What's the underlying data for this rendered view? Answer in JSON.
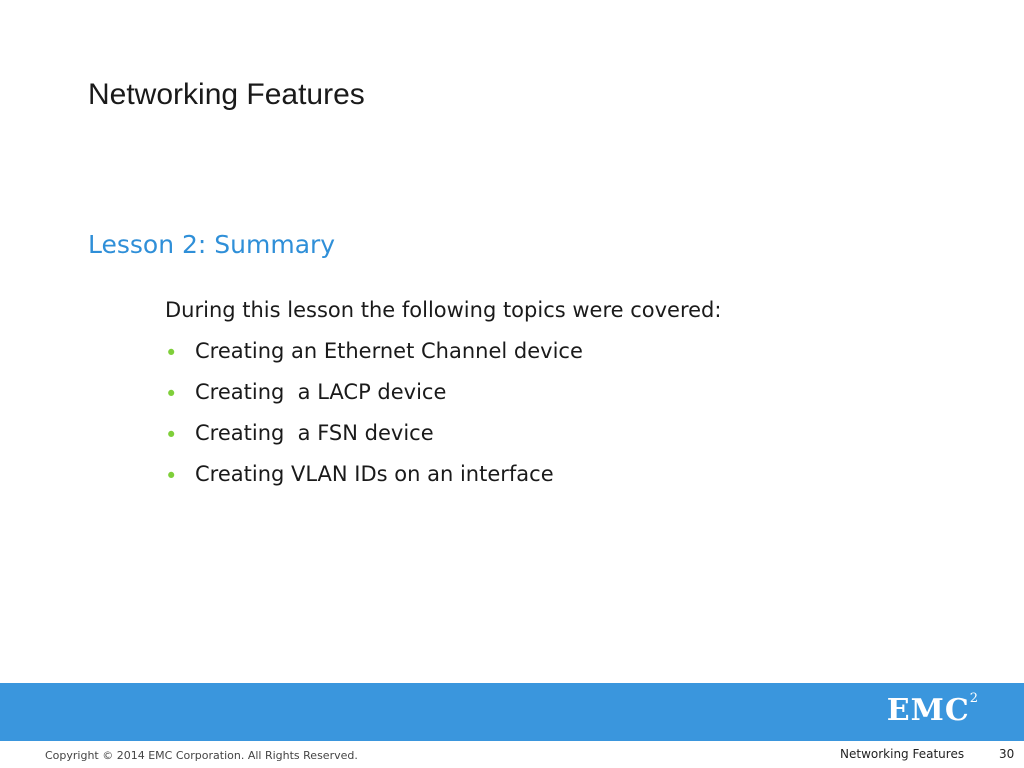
{
  "slide": {
    "title": "Networking Features",
    "lesson_heading": "Lesson 2: Summary",
    "intro": "During this lesson the following topics were covered:",
    "bullet_glyph": "•",
    "bullets": [
      "Creating an Ethernet Channel device",
      "Creating  a LACP device",
      "Creating  a FSN device",
      "Creating VLAN IDs on an interface"
    ]
  },
  "logo": {
    "text": "EMC",
    "superscript": "2"
  },
  "footer": {
    "copyright": "Copyright © 2014 EMC Corporation. All Rights Reserved.",
    "title": "Networking Features",
    "page_number": "30"
  },
  "colors": {
    "heading_accent": "#2f8fd8",
    "bullet": "#7fcf3a",
    "band": "#3a96dd"
  }
}
